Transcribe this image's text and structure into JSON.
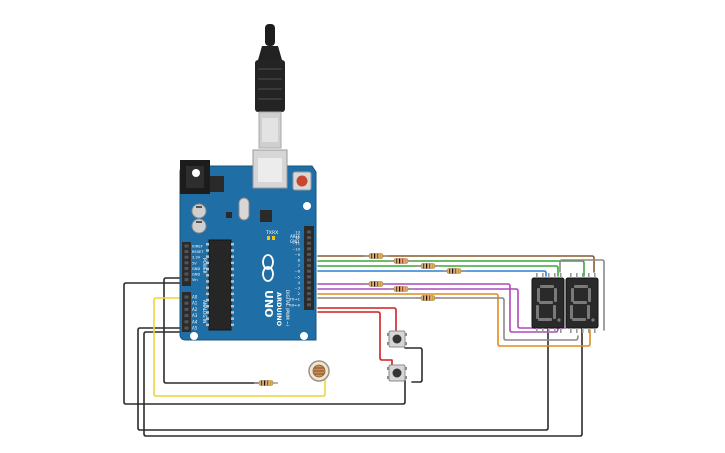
{
  "board": {
    "model": "UNO",
    "brand": "ARDUINO",
    "aref": "AREF",
    "gnd": "GND",
    "digital_label": "DIGITAL (PWM ~)",
    "analog_label": "ANALOG IN",
    "power_label": "POWER",
    "tx": "TX",
    "rx": "RX",
    "icsp": "ICSP",
    "digital_pins": [
      "13",
      "12",
      "~11",
      "~10",
      "~9",
      "8",
      "7",
      "~6",
      "~5",
      "4",
      "~3",
      "2",
      "TX→1",
      "RX←0"
    ],
    "power_pins": [
      "IOREF",
      "RESET",
      "3.3V",
      "5V",
      "GND",
      "GND",
      "Vin"
    ],
    "analog_pins": [
      "A0",
      "A1",
      "A2",
      "A3",
      "A4",
      "A5"
    ]
  },
  "colors": {
    "board": "#1f6ea5",
    "header": "#2b2b2b",
    "wire_black": "#2b2b2b",
    "wire_red": "#d21f1f",
    "wire_yellow": "#f0d43a",
    "wire_green": "#3aa836",
    "wire_blue": "#2c7fd6",
    "wire_purple": "#b048b8",
    "wire_orange": "#e38a1d",
    "wire_gray": "#8a8a8a",
    "wire_brown": "#8b5a2b",
    "display_body": "#2a2a2a"
  },
  "components": {
    "usb": "usb-cable",
    "displays": [
      "seven-segment-display",
      "seven-segment-display"
    ],
    "buttons": [
      "pushbutton",
      "pushbutton"
    ],
    "sensor": "photoresistor"
  }
}
